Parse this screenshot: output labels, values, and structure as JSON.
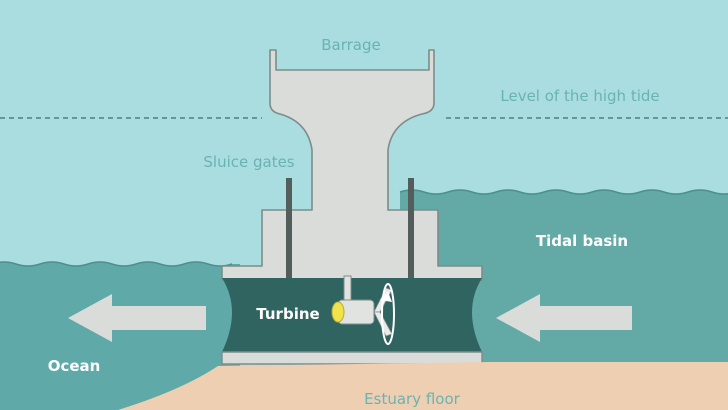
{
  "labels": {
    "barrage": "Barrage",
    "high_tide": "Level of the high tide",
    "sluice_gates": "Sluice gates",
    "tidal_basin": "Tidal basin",
    "turbine": "Turbine",
    "ocean": "Ocean",
    "estuary_floor": "Estuary floor"
  },
  "colors": {
    "sky_water": "#a9dde0",
    "ocean_water": "#5fa9a8",
    "basin_water": "#63a9a6",
    "channel": "#2f6460",
    "structure": "#d9dcd9",
    "seabed": "#efcfb1",
    "label_teal": "#6ab3b3",
    "label_white": "#ffffff",
    "turbine_yellow": "#f1e44a"
  }
}
